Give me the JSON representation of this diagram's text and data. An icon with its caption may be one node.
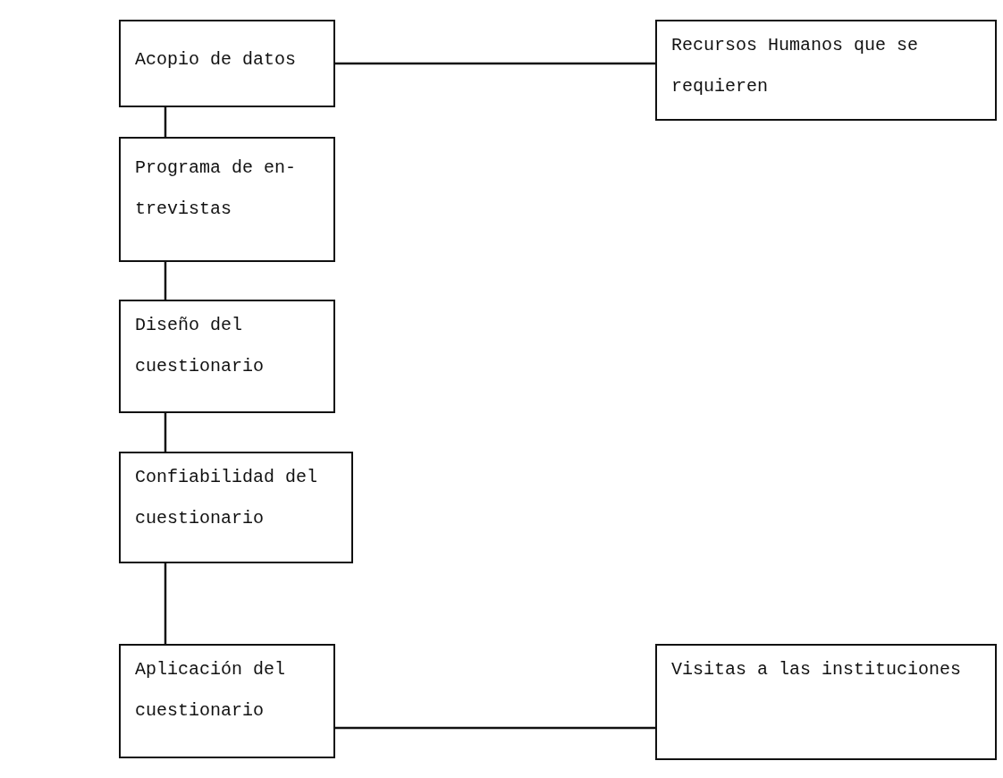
{
  "diagram": {
    "nodes": [
      {
        "text": [
          "Acopio de datos"
        ]
      },
      {
        "text": [
          "Recursos Humanos que se requieren"
        ]
      },
      {
        "text": [
          "Programa de en- trevistas"
        ]
      },
      {
        "text": [
          "Diseño del cuestionario"
        ]
      },
      {
        "text": [
          "Confiabilidad del cuestionario"
        ]
      },
      {
        "text": [
          "Aplicación del cuestionario"
        ]
      },
      {
        "text": [
          "Visitas a las instituciones"
        ]
      }
    ],
    "edges": [
      {
        "from": 0,
        "to": 1,
        "arrow": "none"
      },
      {
        "from": 0,
        "to": 2,
        "arrow": "none"
      },
      {
        "from": 2,
        "to": 3,
        "arrow": "none"
      },
      {
        "from": 3,
        "to": 4,
        "arrow": "none"
      },
      {
        "from": 4,
        "to": 5,
        "arrow": "none"
      },
      {
        "from": 5,
        "to": 6,
        "arrow": "none"
      }
    ]
  }
}
